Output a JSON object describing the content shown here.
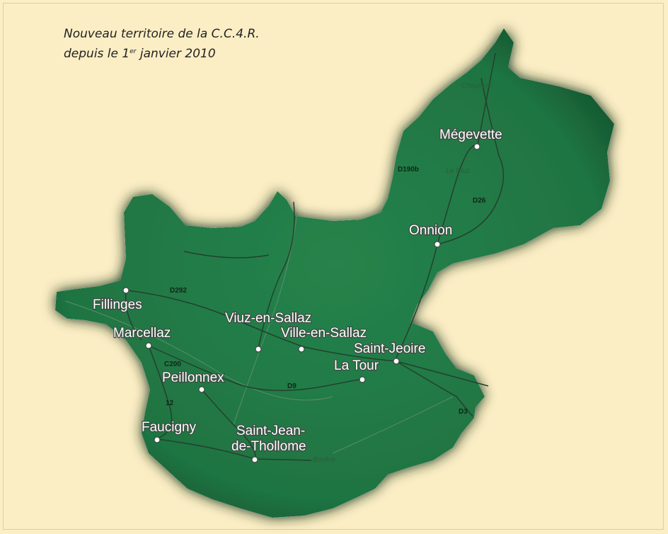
{
  "caption": {
    "line1": "Nouveau territoire de la C.C.4.R.",
    "line2_prefix": "depuis le 1",
    "line2_sup": "er",
    "line2_suffix": " janvier 2010"
  },
  "towns": {
    "megevette": "Mégevette",
    "onnion": "Onnion",
    "fillinges": "Fillinges",
    "marcellaz": "Marcellaz",
    "viuz": "Viuz-en-Sallaz",
    "ville": "Ville-en-Sallaz",
    "saint_jeoire": "Saint-Jeoire",
    "la_tour": "La Tour",
    "peillonnex": "Peillonnex",
    "faucigny": "Faucigny",
    "saint_jean_1": "Saint-Jean-",
    "saint_jean_2": "de-Thollome"
  },
  "roads": {
    "d190b": "D190b",
    "d26": "D26",
    "d292": "D292",
    "c200": "C200",
    "d9": "D9",
    "d12": "12",
    "d3": "D3"
  },
  "minor_labels": {
    "chaumes": "Chaumes",
    "la_cluz": "La Cluz",
    "bovere": "Bovère"
  },
  "colors": {
    "background": "#fbeec4",
    "territory": "#217a45",
    "territory_shadow": "#0e3a1f",
    "road": "#24412e",
    "label_fill": "#ffffff"
  }
}
